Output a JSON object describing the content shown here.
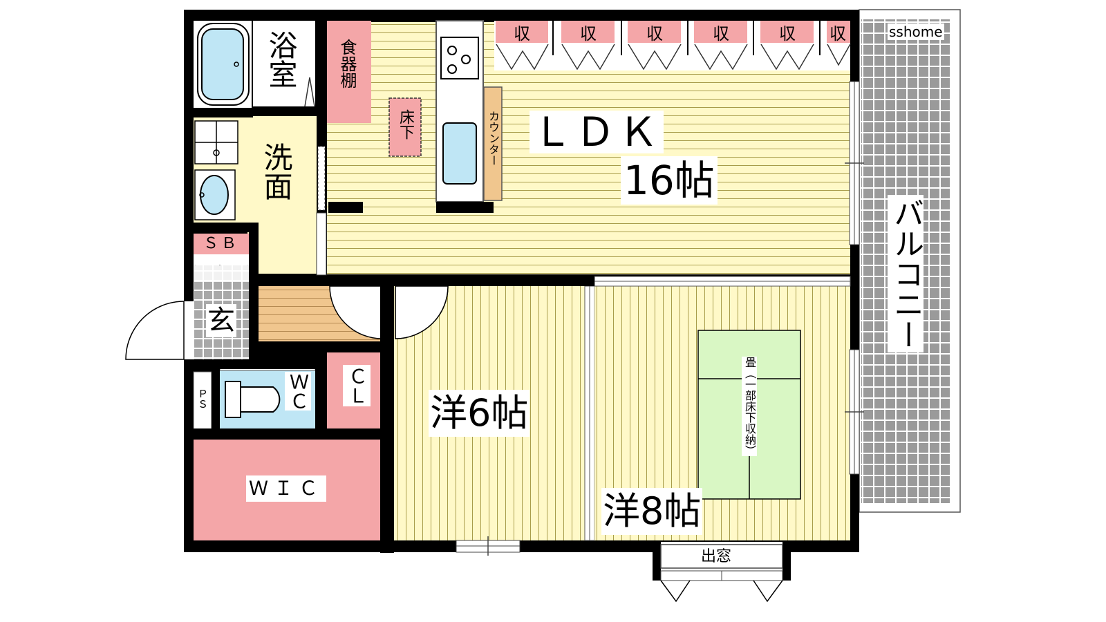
{
  "watermark": "sshome",
  "rooms": {
    "ldk": {
      "name": "ＬＤＫ",
      "size": "16帖"
    },
    "western6": {
      "name": "洋6帖"
    },
    "western8": {
      "name": "洋8帖"
    },
    "bath": {
      "name": "浴室"
    },
    "washroom": {
      "name": "洗面"
    },
    "entrance": {
      "name": "玄"
    },
    "wc": {
      "name": "ＷＣ"
    },
    "closet": {
      "name": "ＣＬ"
    },
    "wic": {
      "name": "ＷＩＣ"
    },
    "balcony": {
      "name": "バルコニー"
    },
    "bay_window": {
      "name": "出窓"
    }
  },
  "fixtures": {
    "cupboard": "食器棚",
    "underfloor": "床下",
    "counter": "カウンター",
    "shoebox": "ＳＢ",
    "pipe_space": "ＰＳ",
    "tatami": "畳（一部床下収納）"
  },
  "storage_labels": [
    "収",
    "収",
    "収",
    "収",
    "収",
    "収"
  ],
  "colors": {
    "wall": "#000000",
    "floor_yellow": "#fff9c8",
    "floor_line": "#a89c4a",
    "storage_pink": "#f4a6a8",
    "wic_pink": "#f4a6a8",
    "tatami_green": "#d9f7c4",
    "water_blue": "#bfe6f5",
    "hall_wood": "#f0c68e",
    "balcony_grey": "#9a9a9a"
  }
}
